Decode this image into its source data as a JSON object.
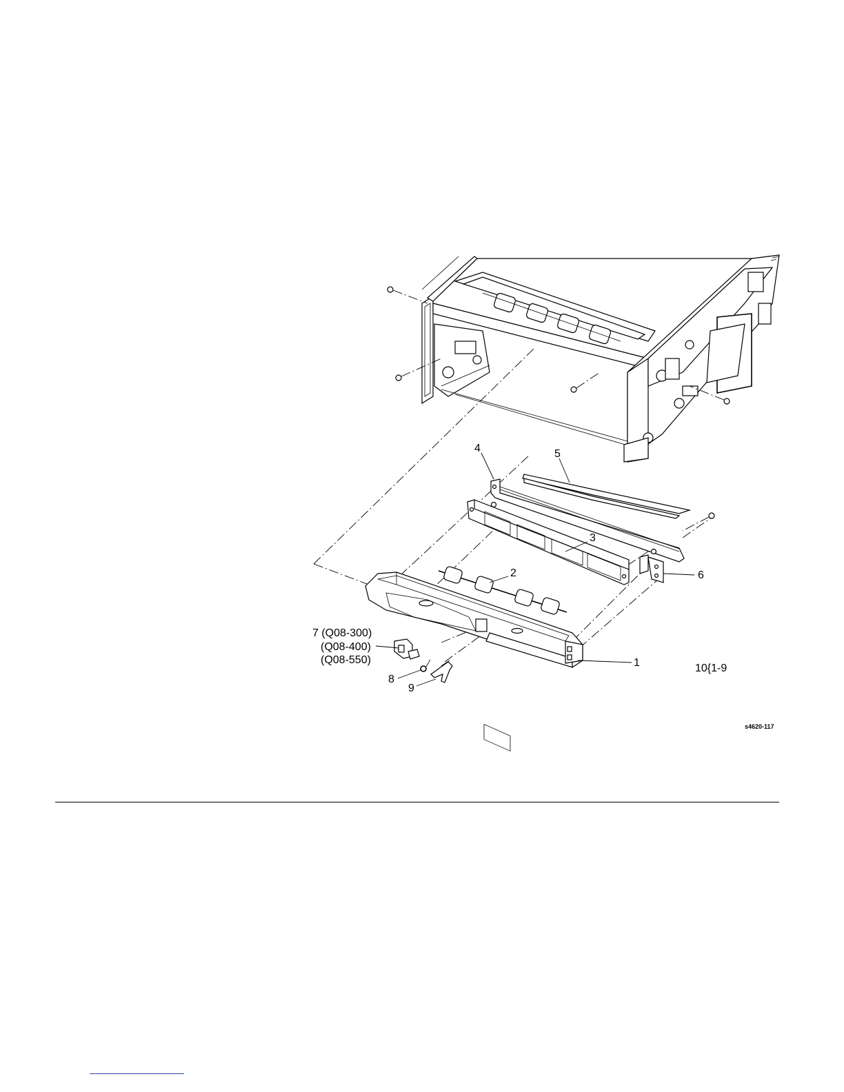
{
  "callouts": {
    "c1": "1",
    "c2": "2",
    "c3": "3",
    "c4": "4",
    "c5": "5",
    "c6": "6",
    "c7a": "7 (Q08-300)",
    "c7b": "(Q08-400)",
    "c7c": "(Q08-550)",
    "c8": "8",
    "c9": "9",
    "c10": "10{1-9"
  },
  "figure_id": "s4620-117"
}
